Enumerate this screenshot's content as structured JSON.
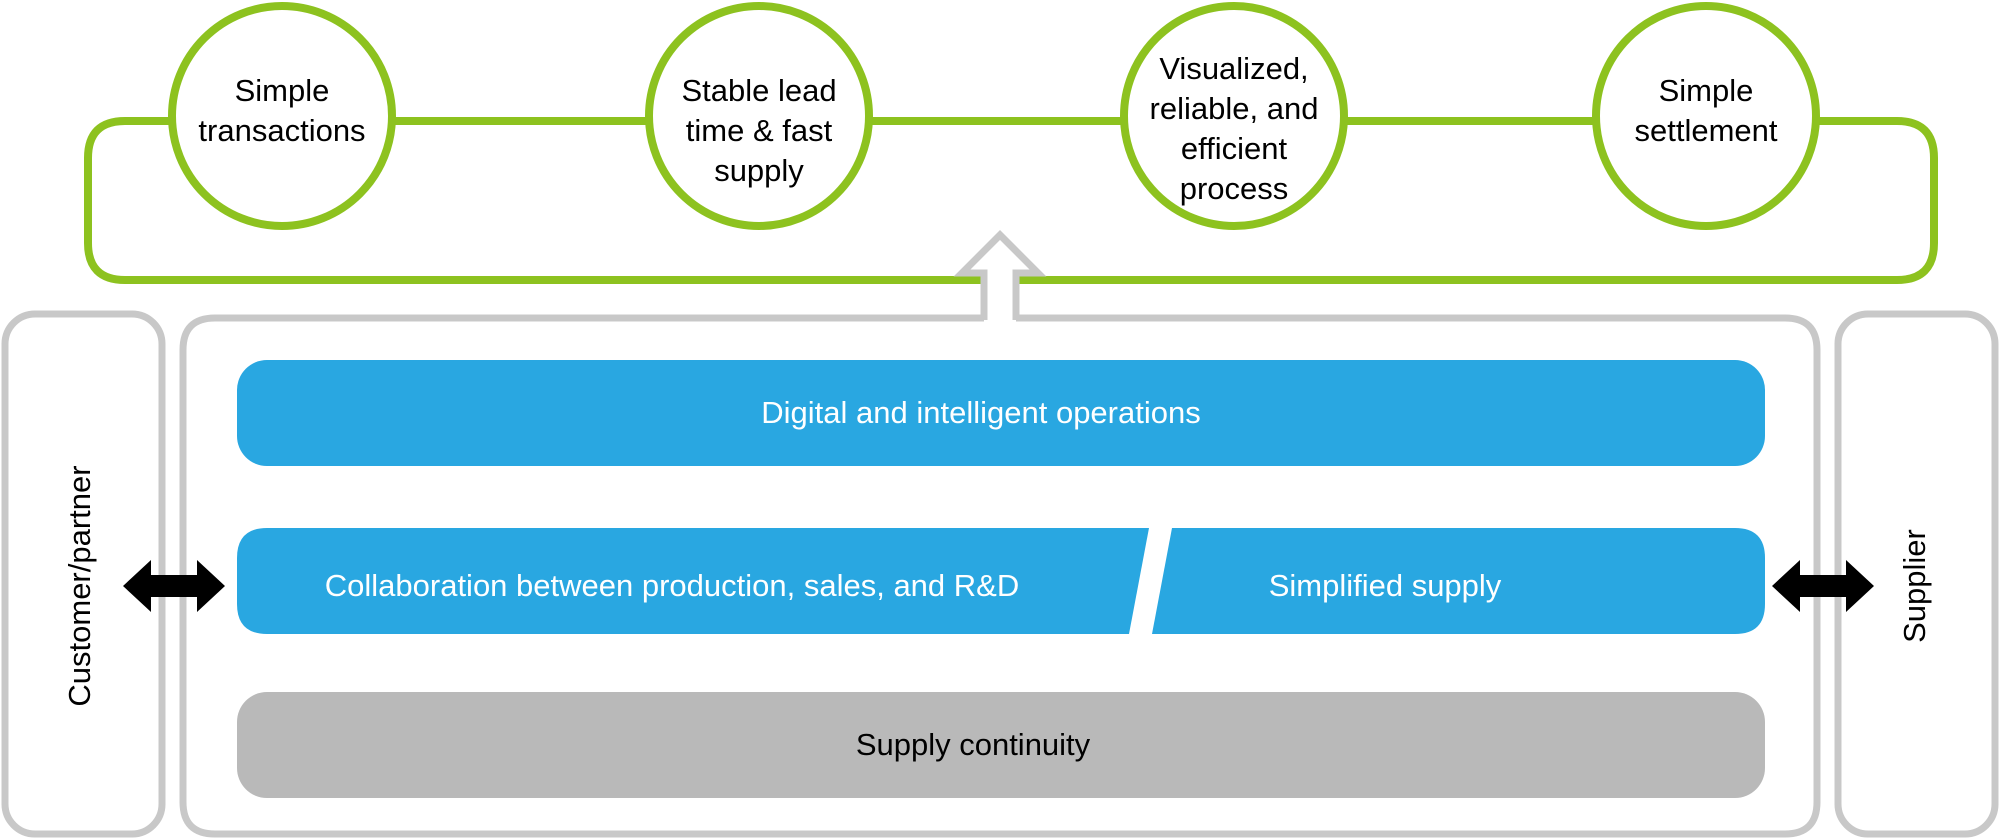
{
  "colors": {
    "green": "#8DC21F",
    "blue": "#29A7E1",
    "gray_bar": "#B9B9B9",
    "gray_outline": "#C8C8C8",
    "arrow": "#000000"
  },
  "goals": [
    {
      "label": "Simple transactions"
    },
    {
      "label": "Stable lead time & fast supply"
    },
    {
      "label": "Visualized, reliable, and efficient process"
    },
    {
      "label": "Simple settlement"
    }
  ],
  "layers": {
    "top": "Digital and intelligent operations",
    "middle_left": "Collaboration between production, sales, and R&D",
    "middle_right": "Simplified supply",
    "bottom": "Supply continuity"
  },
  "sides": {
    "left": "Customer/partner",
    "right": "Supplier"
  },
  "icons": {
    "up_arrow": "hollow-up-arrow",
    "left_exchange": "double-headed-arrow",
    "right_exchange": "double-headed-arrow"
  }
}
